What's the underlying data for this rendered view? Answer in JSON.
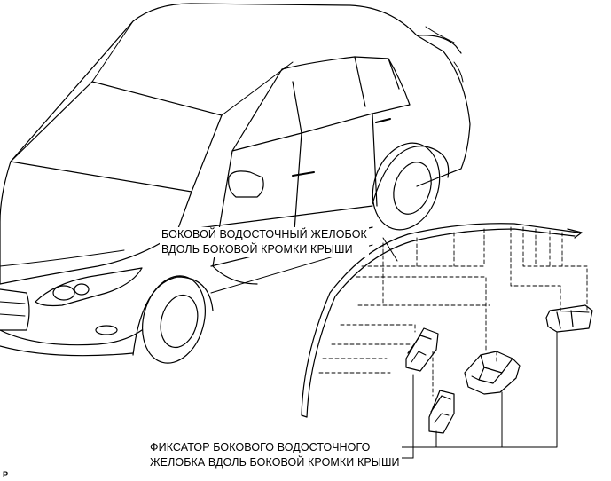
{
  "labels": {
    "gutter_line1": "БОКОВОЙ ВОДОСТОЧНЫЙ ЖЕЛОБОК",
    "gutter_line2": "ВДОЛЬ БОКОВОЙ КРОМКИ КРЫШИ",
    "clip_line1": "ФИКСАТОР БОКОВОГО ВОДОСТОЧНОГО",
    "clip_line2": "ЖЕЛОБКА ВДОЛЬ БОКОВОЙ КРОМКИ КРЫШИ"
  },
  "figure_code": "P"
}
